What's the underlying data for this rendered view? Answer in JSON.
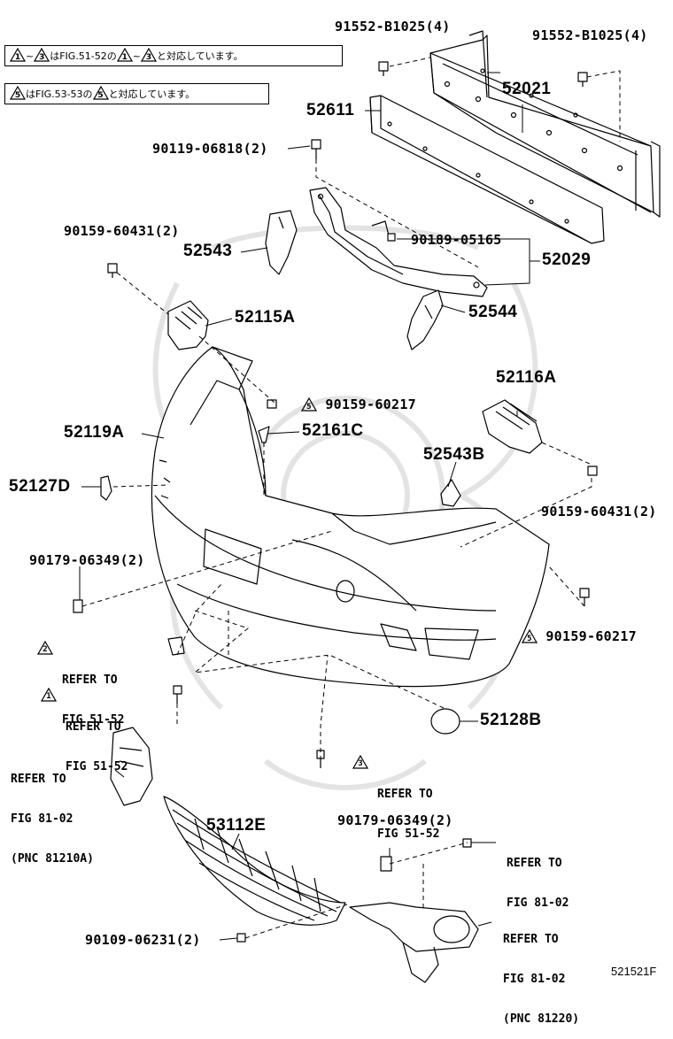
{
  "notes": {
    "note1": {
      "sym1": "1",
      "tilde": "~",
      "sym2": "3",
      "text1": "はFIG.51-52の",
      "sym3": "1",
      "tilde2": "~",
      "sym4": "3",
      "text2": "と対応しています。"
    },
    "note2": {
      "sym1": "5",
      "text1": "はFIG.53-53の",
      "sym2": "5",
      "text2": "と対応しています。"
    }
  },
  "parts": {
    "p91552a": "91552-B1025(4)",
    "p91552b": "91552-B1025(4)",
    "p52021": "52021",
    "p52611": "52611",
    "p90119": "90119-06818(2)",
    "p90159a": "90159-60431(2)",
    "p52543": "52543",
    "p90189": "90189-05165",
    "p52029": "52029",
    "p52544": "52544",
    "p52115A": "52115A",
    "p90159b": "90159-60217",
    "p90159b_sym": "5",
    "p52116A": "52116A",
    "p52119A": "52119A",
    "p52161C": "52161C",
    "p52543B": "52543B",
    "p52127D": "52127D",
    "p90159c": "90159-60431(2)",
    "p90179a": "90179-06349(2)",
    "p90159d": "90159-60217",
    "p90159d_sym": "5",
    "p52128B": "52128B",
    "p53112E": "53112E",
    "p90179b": "90179-06349(2)",
    "p90109": "90109-06231(2)"
  },
  "refs": {
    "r2": {
      "sym": "2",
      "line1": "REFER TO",
      "line2": "FIG 51-52"
    },
    "r1": {
      "sym": "1",
      "line1": "REFER TO",
      "line2": "FIG 51-52"
    },
    "r3": {
      "sym": "3",
      "line1": "REFER TO",
      "line2": "FIG 51-52"
    },
    "r8102a": {
      "line1": "REFER TO",
      "line2": "FIG 81-02",
      "line3": "(PNC 81210A)"
    },
    "r8102b": {
      "line1": "REFER TO",
      "line2": "FIG 81-02"
    },
    "r8102c": {
      "line1": "REFER TO",
      "line2": "FIG 81-02",
      "line3": "(PNC 81220)"
    }
  },
  "figure_id": "521521F"
}
